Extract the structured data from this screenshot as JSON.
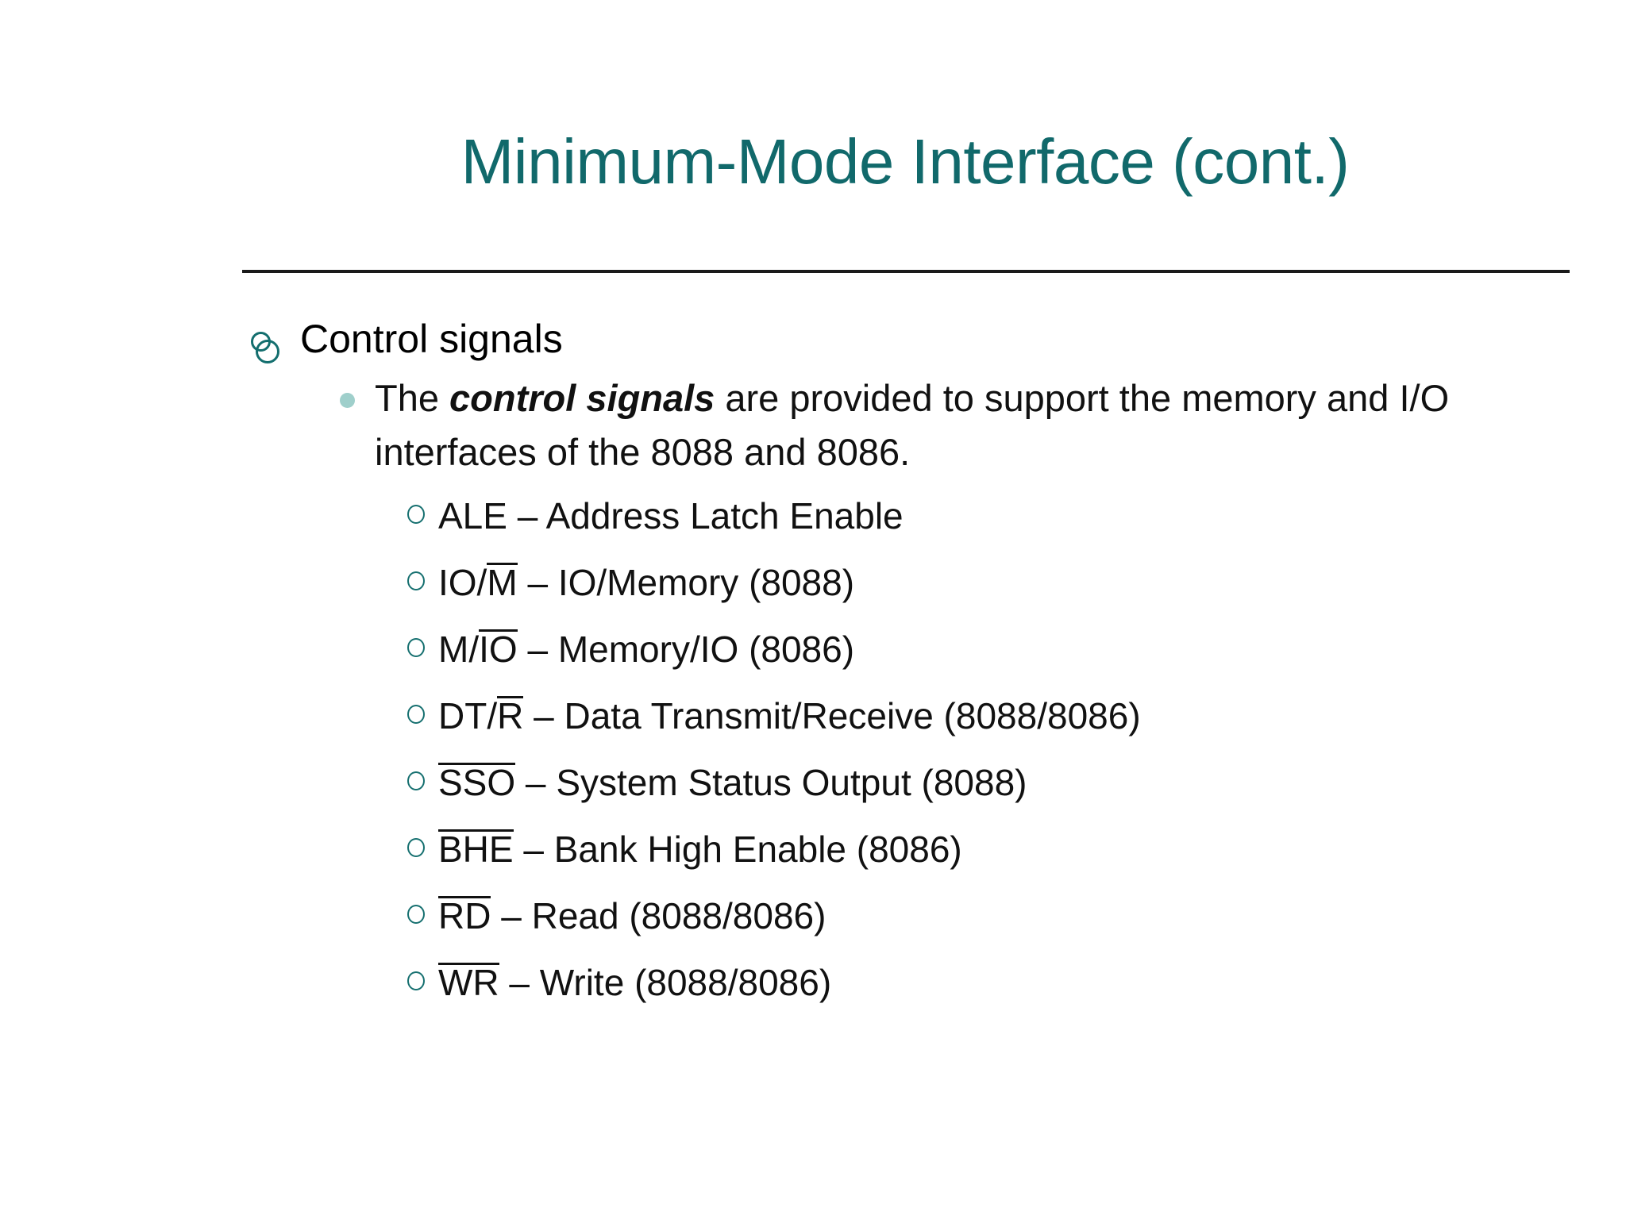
{
  "slide": {
    "title": "Minimum-Mode Interface (cont.)",
    "title_color": "#11696B",
    "rule_color": "#1a1a1a",
    "background": "#ffffff",
    "bullet_colors": {
      "level1_ring": "#136E6E",
      "level2_dot": "#9FCFCB",
      "level3_ring": "#167070"
    }
  },
  "content": {
    "level1": {
      "text": "Control signals",
      "bullet": "double-ring-bullet"
    },
    "level2": {
      "bullet": "filled-dot-bullet",
      "prefix": "The ",
      "emphasis": "control signals",
      "suffix": " are provided to support the memory and I/O interfaces of the 8088 and 8086."
    },
    "signals": [
      {
        "name": "ALE",
        "name_plain": "ALE",
        "overline": "",
        "pre_overline": "",
        "post_overline": "",
        "separator": " – ",
        "description": "Address Latch Enable"
      },
      {
        "name": "IO/M̅",
        "name_plain": "IO/",
        "overline": "M",
        "pre_overline": "IO/",
        "post_overline": "",
        "separator": " – ",
        "description": "IO/Memory (8088)"
      },
      {
        "name": "M/I̅O̅",
        "name_plain": "M/",
        "overline": "IO",
        "pre_overline": "M/",
        "post_overline": "",
        "separator": " – ",
        "description": "Memory/IO (8086)"
      },
      {
        "name": "DT/R̅",
        "name_plain": "DT/",
        "overline": "R",
        "pre_overline": "DT/",
        "post_overline": "",
        "separator": " – ",
        "description": "Data Transmit/Receive (8088/8086)"
      },
      {
        "name": "S̅S̅O̅",
        "name_plain": "",
        "overline": "SSO",
        "pre_overline": "",
        "post_overline": "",
        "separator": " – ",
        "description": "System Status Output (8088)"
      },
      {
        "name": "B̅H̅E̅",
        "name_plain": "",
        "overline": "BHE",
        "pre_overline": "",
        "post_overline": "",
        "separator": " – ",
        "description": "Bank High Enable (8086)"
      },
      {
        "name": "R̅D̅",
        "name_plain": "",
        "overline": "RD",
        "pre_overline": "",
        "post_overline": "",
        "separator": " – ",
        "description": "Read (8088/8086)"
      },
      {
        "name": "W̅R̅",
        "name_plain": "",
        "overline": "WR",
        "pre_overline": "",
        "post_overline": "",
        "separator": " – ",
        "description": "Write (8088/8086)"
      }
    ]
  }
}
